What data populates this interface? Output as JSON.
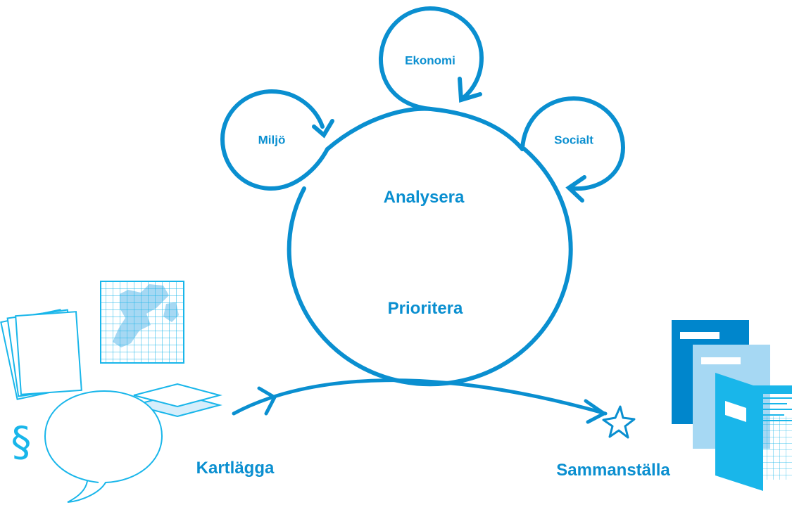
{
  "labels": {
    "ekonomi": "Ekonomi",
    "miljo": "Miljö",
    "socialt": "Socialt",
    "analysera": "Analysera",
    "prioritera": "Prioritera",
    "kartlagga": "Kartlägga",
    "sammanstalla": "Sammanställa",
    "section_sign": "§"
  },
  "colors": {
    "primary": "#0a8fd0",
    "light": "#19b6ea",
    "pale": "#a6d8f3",
    "deep": "#0086cc"
  },
  "icons": [
    "document-stack-icon",
    "map-grid-icon",
    "layer-stack-icon",
    "speech-bubble-icon",
    "star-icon",
    "report-stack-icon"
  ]
}
